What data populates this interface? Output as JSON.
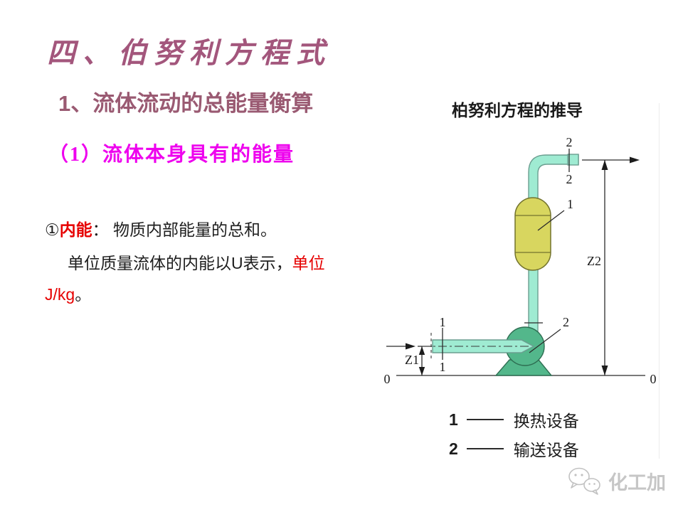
{
  "slide": {
    "title": "四、伯努利方程式",
    "subtitle": "1、流体流动的总能量衡算",
    "section_heading": "（1）流体本身具有的能量",
    "body": {
      "bullet": "①",
      "term": "内能",
      "colon": "：",
      "line1_rest": " 物质内部能量的总和。",
      "line2_black": "单位质量流体的内能以U表示，",
      "line2_red": "单位",
      "line3_red": "J/kg",
      "line3_end": "。"
    },
    "colors": {
      "title": "#A3567C",
      "subtitle": "#9A5A72",
      "section_heading": "#EE00EE",
      "emphasis_red": "#E60000",
      "body_text": "#1E1E1E"
    }
  },
  "diagram": {
    "title": "柏努利方程的推导",
    "labels": {
      "section2_top": "2",
      "section2_bottom": "2",
      "section1_top": "1",
      "section1_bottom": "1",
      "vessel": "1",
      "pump": "2",
      "z1": "Z1",
      "z2": "Z2",
      "datum_left": "0",
      "datum_right": "0"
    },
    "legend": [
      {
        "num": "1",
        "label": "换热设备"
      },
      {
        "num": "2",
        "label": "输送设备"
      }
    ],
    "colors": {
      "pipe_fill": "#9FEBD2",
      "pipe_stroke": "#6B9E90",
      "vessel_fill": "#D8D65F",
      "vessel_stroke": "#73732D",
      "pump_fill": "#53B78B",
      "pump_stroke": "#2E6E52",
      "line": "#2B2B2B"
    }
  },
  "watermark": {
    "text": "化工加"
  }
}
